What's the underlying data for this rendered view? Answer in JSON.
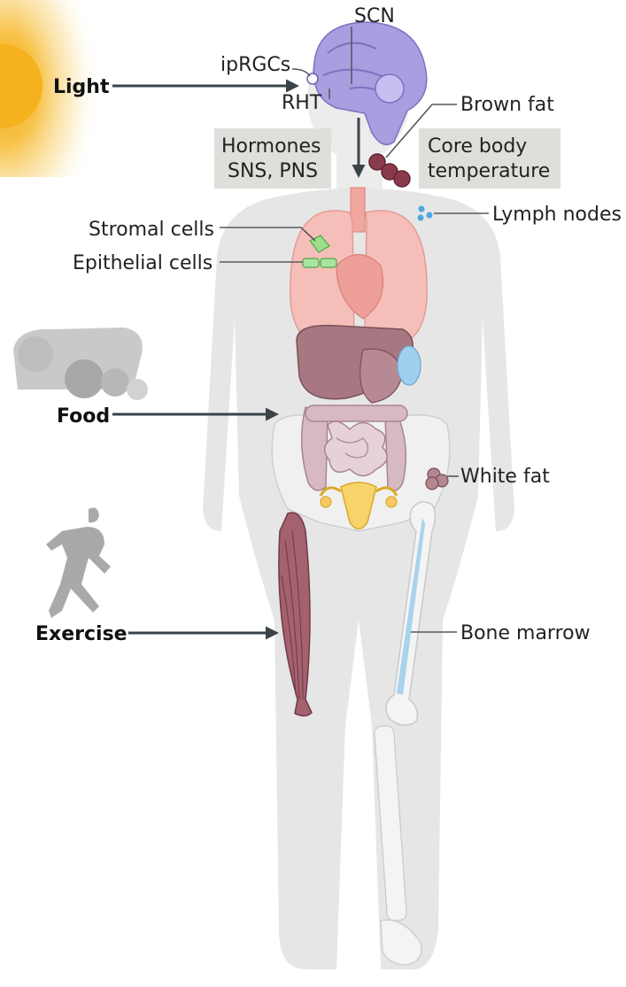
{
  "labels": {
    "scn": "SCN",
    "iprgcs": "ipRGCs",
    "rht": "RHT",
    "light": "Light",
    "brown_fat": "Brown fat",
    "hormones_line1": "Hormones",
    "hormones_line2": "SNS, PNS",
    "core_line1": "Core body",
    "core_line2": "temperature",
    "lymph_nodes": "Lymph nodes",
    "stromal_cells": "Stromal cells",
    "epithelial_cells": "Epithelial cells",
    "food": "Food",
    "white_fat": "White fat",
    "exercise": "Exercise",
    "bone_marrow": "Bone marrow"
  },
  "colors": {
    "body_silhouette": "#e6e6e6",
    "sun": "#f5b81e",
    "brain": "#9f93d6",
    "lungs": "#f4b3ad",
    "liver": "#9c6f78",
    "intestine": "#d9c6cc",
    "muscle": "#9e5b69",
    "bone_marrow": "#a8d2ee",
    "label_box": "#dededb",
    "arrow": "#3a4448"
  },
  "icons": [
    "sun-icon",
    "brain-icon",
    "food-basket-icon",
    "runner-icon",
    "muscle-icon",
    "bone-icon"
  ]
}
